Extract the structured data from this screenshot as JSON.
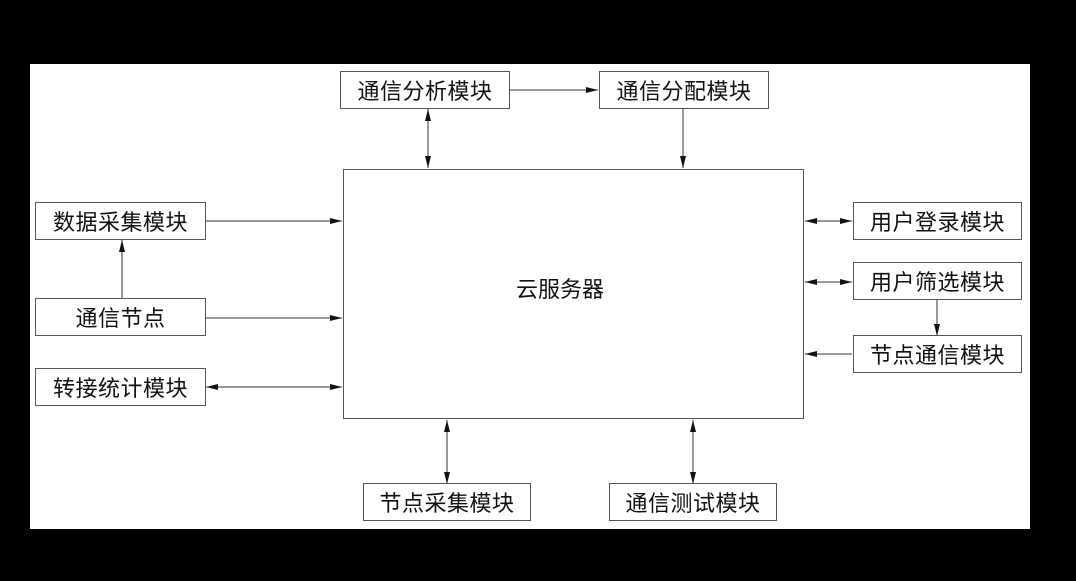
{
  "diagram": {
    "server": {
      "label": "云服务器"
    },
    "modules": {
      "comm_analysis": "通信分析模块",
      "comm_allocation": "通信分配模块",
      "data_collection": "数据采集模块",
      "comm_node": "通信节点",
      "transfer_stats": "转接统计模块",
      "user_login": "用户登录模块",
      "user_filter": "用户筛选模块",
      "node_comm": "节点通信模块",
      "node_collection": "节点采集模块",
      "comm_test": "通信测试模块"
    }
  }
}
